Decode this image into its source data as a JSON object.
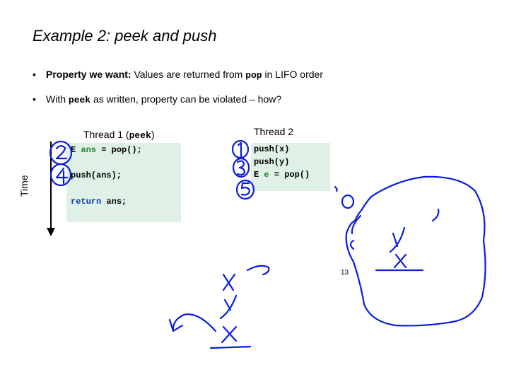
{
  "slide": {
    "title": "Example 2: peek and push",
    "page_number": "13"
  },
  "bullets": [
    {
      "bold": "Property we want:",
      "pre": " Values are returned from ",
      "code": "pop",
      "post": " in LIFO order"
    },
    {
      "pre": "With ",
      "code": "peek",
      "post": " as written, property can be violated – how?"
    }
  ],
  "thread1": {
    "label_pre": "Thread 1 (",
    "label_code": "peek",
    "label_post": ")",
    "lines": [
      {
        "prefix": "E ",
        "var": "ans",
        "rest": " = pop();"
      },
      {
        "prefix": "",
        "var": "",
        "rest": "push(ans);"
      },
      {
        "prefix": "",
        "var": "",
        "rest": ""
      },
      {
        "prefix": "",
        "keyword": "return",
        "rest": " ans;"
      }
    ]
  },
  "thread2": {
    "label": "Thread 2",
    "lines": [
      {
        "prefix": "",
        "var": "",
        "rest": "push(x)"
      },
      {
        "prefix": "",
        "var": "",
        "rest": "push(y)"
      },
      {
        "prefix": "E ",
        "var": "e",
        "rest": " = pop()"
      }
    ]
  },
  "time_axis": {
    "label": "Time"
  },
  "colors": {
    "code_bg": "#dff1e6",
    "variable": "#1f8a2e",
    "keyword": "#0b2fb8",
    "ink": "#0a1ce0"
  }
}
